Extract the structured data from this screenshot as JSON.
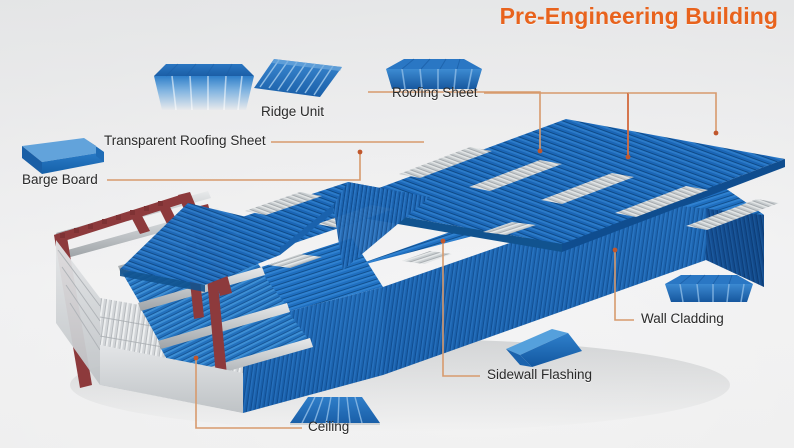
{
  "page": {
    "title": "Pre-Engineering Building",
    "title_color": "#e8631d",
    "background_color": "#ececed",
    "subject": "3d-cutaway-illustration-of-pre-engineered-steel-building"
  },
  "palette": {
    "roof_blue": "#1f6fc0",
    "roof_blue_dark": "#10498a",
    "roof_blue_light": "#4f97d8",
    "skylight_gray": "#c9ced1",
    "steel_red": "#8d3a3c",
    "purlin_gray": "#c6c9cb",
    "wall_gray": "#d4d7d9",
    "leader_line": "#d79a6d",
    "label_text": "#2a2a2a"
  },
  "callouts": [
    {
      "id": "roofing-sheet",
      "label": "Roofing Sheet"
    },
    {
      "id": "ridge-unit",
      "label": "Ridge Unit"
    },
    {
      "id": "transparent-roofing-sheet",
      "label": "Transparent Roofing Sheet"
    },
    {
      "id": "barge-board",
      "label": "Barge Board"
    },
    {
      "id": "wall-cladding",
      "label": "Wall Cladding"
    },
    {
      "id": "sidewall-flashing",
      "label": "Sidewall Flashing"
    },
    {
      "id": "ceiling",
      "label": "Ceiling"
    }
  ],
  "part_icons": [
    {
      "id": "transparent-roofing-sheet-icon",
      "name": "corrugated-panel-gradient"
    },
    {
      "id": "ridge-unit-icon",
      "name": "corrugated-ridge-cap"
    },
    {
      "id": "roofing-sheet-icon",
      "name": "corrugated-panel-blue"
    },
    {
      "id": "barge-board-icon",
      "name": "bent-angle-channel"
    },
    {
      "id": "wall-cladding-icon",
      "name": "corrugated-panel-blue"
    },
    {
      "id": "sidewall-flashing-icon",
      "name": "l-angle-flashing"
    },
    {
      "id": "ceiling-icon",
      "name": "corrugated-panel-trapezoid"
    }
  ]
}
